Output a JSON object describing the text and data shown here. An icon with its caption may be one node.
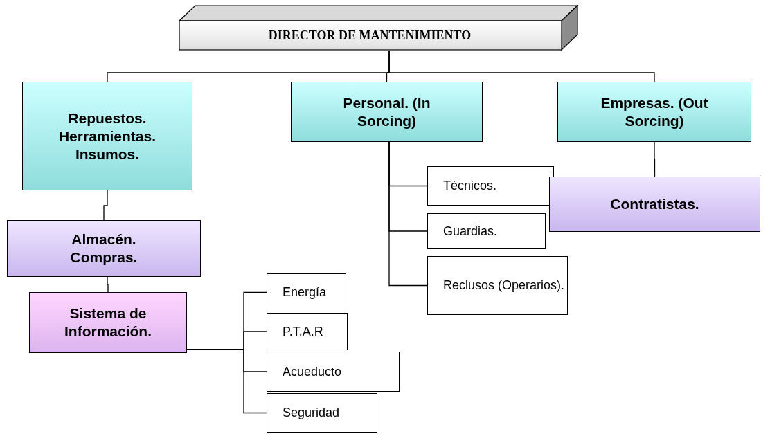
{
  "diagram": {
    "nodes": [
      {
        "text": [
          "DIRECTOR DE MANTENIMIENTO"
        ]
      },
      {
        "text": [
          "Repuestos. Herramientas. Insumos."
        ]
      },
      {
        "text": [
          "Personal. (In Sorcing)"
        ]
      },
      {
        "text": [
          "Empresas. (Out Sorcing)"
        ]
      },
      {
        "text": [
          "Técnicos."
        ]
      },
      {
        "text": [
          "Contratistas."
        ]
      },
      {
        "text": [
          "Guardias."
        ]
      },
      {
        "text": [
          "Almacén. Compras."
        ]
      },
      {
        "text": [
          "Reclusos (Operarios)."
        ]
      },
      {
        "text": [
          "Energía"
        ]
      },
      {
        "text": [
          "Sistema de Información."
        ]
      },
      {
        "text": [
          "P.T.A.R"
        ]
      },
      {
        "text": [
          "Acueducto"
        ]
      },
      {
        "text": [
          "Seguridad"
        ]
      }
    ],
    "edges": [
      {
        "from": 0,
        "to": 1,
        "arrow": "none"
      },
      {
        "from": 0,
        "to": 2,
        "arrow": "none"
      },
      {
        "from": 0,
        "to": 3,
        "arrow": "none"
      },
      {
        "from": 1,
        "to": 7,
        "arrow": "none"
      },
      {
        "from": 7,
        "to": 10,
        "arrow": "none"
      },
      {
        "from": 2,
        "to": 4,
        "arrow": "none"
      },
      {
        "from": 2,
        "to": 6,
        "arrow": "none"
      },
      {
        "from": 2,
        "to": 8,
        "arrow": "none"
      },
      {
        "from": 3,
        "to": 5,
        "arrow": "none"
      },
      {
        "from": 10,
        "to": 9,
        "arrow": "none"
      },
      {
        "from": 10,
        "to": 11,
        "arrow": "none"
      },
      {
        "from": 10,
        "to": 12,
        "arrow": "none"
      },
      {
        "from": 10,
        "to": 13,
        "arrow": "none"
      }
    ]
  }
}
